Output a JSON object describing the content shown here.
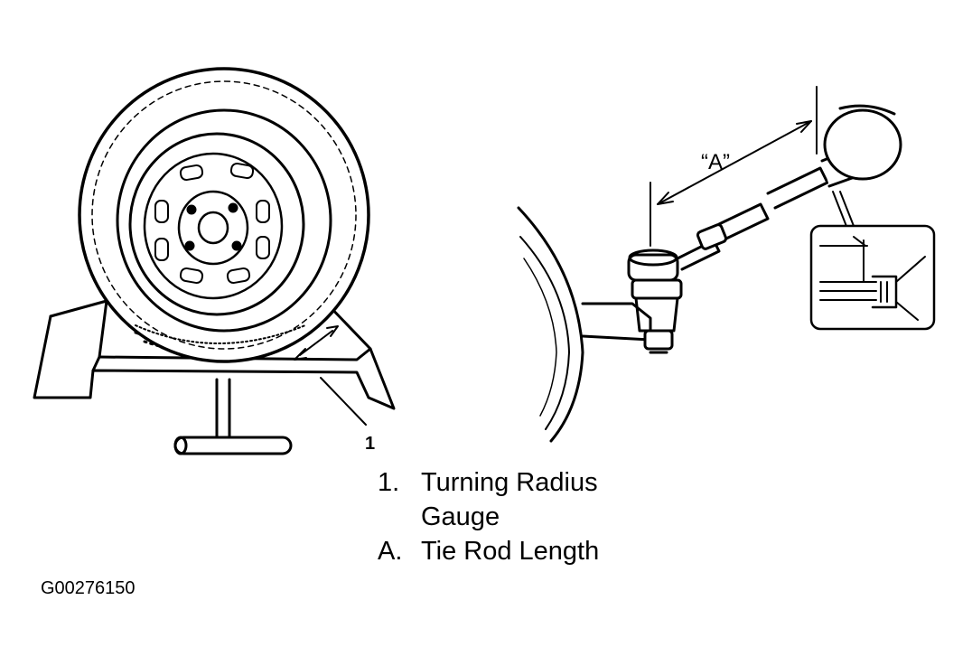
{
  "callouts": {
    "gauge_number": "1",
    "dimension_label": "“A”"
  },
  "legend": [
    {
      "key": "1.",
      "lines": [
        "Turning Radius",
        "Gauge"
      ]
    },
    {
      "key": "A.",
      "lines": [
        "Tie Rod Length"
      ]
    }
  ],
  "figure_id": "G00276150"
}
